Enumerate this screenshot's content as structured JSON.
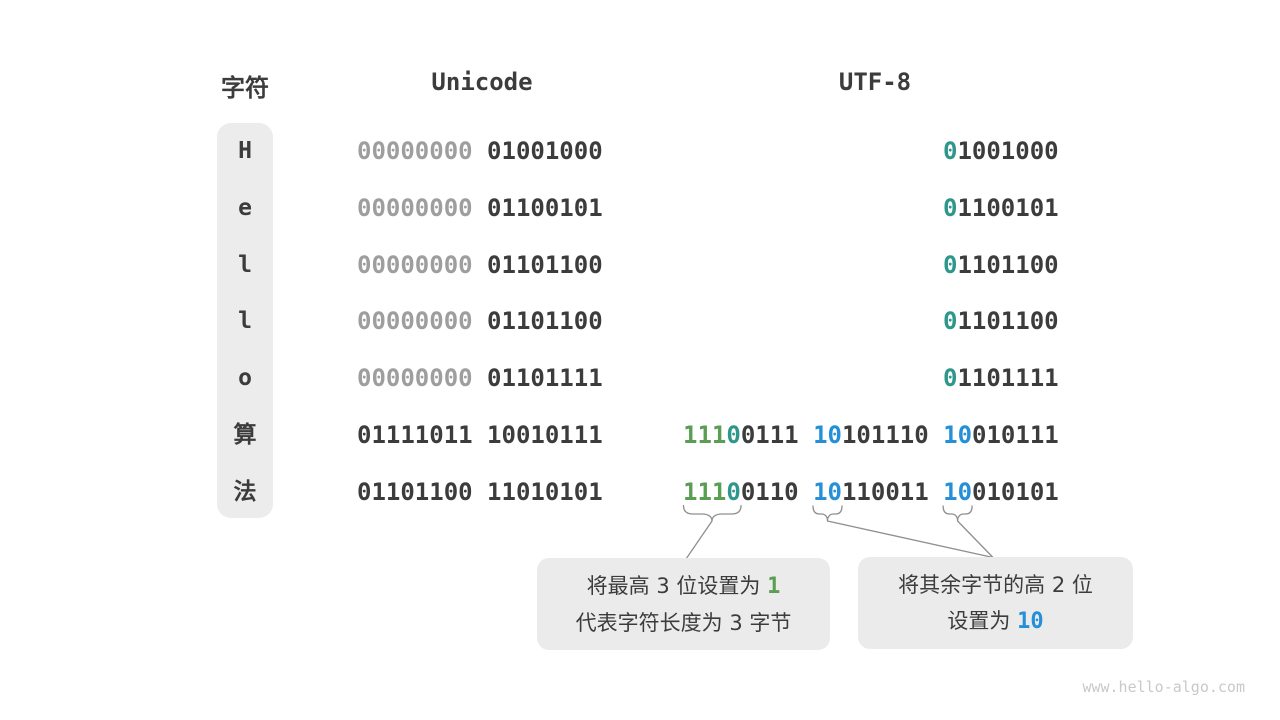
{
  "colors": {
    "dark": "#3c3c3c",
    "gray": "#9e9e9e",
    "teal": "#2e978b",
    "green": "#5a9e54",
    "blue": "#2590d8",
    "pill_bg": "#ececec",
    "box_bg": "#ebebeb",
    "connector": "#8f8f8f",
    "watermark": "#c9c9c9"
  },
  "headers": {
    "char": "字符",
    "unicode": "Unicode",
    "utf8": "UTF-8"
  },
  "rows": [
    {
      "char": "H",
      "unicode": [
        {
          "t": "00000000",
          "c": "gray"
        },
        {
          "t": "01001000",
          "c": "dark"
        }
      ],
      "utf8": [
        [
          {
            "t": "0",
            "c": "teal"
          },
          {
            "t": "1001000",
            "c": "dark"
          }
        ]
      ]
    },
    {
      "char": "e",
      "unicode": [
        {
          "t": "00000000",
          "c": "gray"
        },
        {
          "t": "01100101",
          "c": "dark"
        }
      ],
      "utf8": [
        [
          {
            "t": "0",
            "c": "teal"
          },
          {
            "t": "1100101",
            "c": "dark"
          }
        ]
      ]
    },
    {
      "char": "l",
      "unicode": [
        {
          "t": "00000000",
          "c": "gray"
        },
        {
          "t": "01101100",
          "c": "dark"
        }
      ],
      "utf8": [
        [
          {
            "t": "0",
            "c": "teal"
          },
          {
            "t": "1101100",
            "c": "dark"
          }
        ]
      ]
    },
    {
      "char": "l",
      "unicode": [
        {
          "t": "00000000",
          "c": "gray"
        },
        {
          "t": "01101100",
          "c": "dark"
        }
      ],
      "utf8": [
        [
          {
            "t": "0",
            "c": "teal"
          },
          {
            "t": "1101100",
            "c": "dark"
          }
        ]
      ]
    },
    {
      "char": "o",
      "unicode": [
        {
          "t": "00000000",
          "c": "gray"
        },
        {
          "t": "01101111",
          "c": "dark"
        }
      ],
      "utf8": [
        [
          {
            "t": "0",
            "c": "teal"
          },
          {
            "t": "1101111",
            "c": "dark"
          }
        ]
      ]
    },
    {
      "char": "算",
      "unicode": [
        {
          "t": "01111011",
          "c": "dark"
        },
        {
          "t": "10010111",
          "c": "dark"
        }
      ],
      "utf8": [
        [
          {
            "t": "111",
            "c": "green"
          },
          {
            "t": "0",
            "c": "teal"
          },
          {
            "t": "0111",
            "c": "dark"
          }
        ],
        [
          {
            "t": "10",
            "c": "blue"
          },
          {
            "t": "101110",
            "c": "dark"
          }
        ],
        [
          {
            "t": "10",
            "c": "blue"
          },
          {
            "t": "010111",
            "c": "dark"
          }
        ]
      ]
    },
    {
      "char": "法",
      "unicode": [
        {
          "t": "01101100",
          "c": "dark"
        },
        {
          "t": "11010101",
          "c": "dark"
        }
      ],
      "utf8": [
        [
          {
            "t": "111",
            "c": "green"
          },
          {
            "t": "0",
            "c": "teal"
          },
          {
            "t": "0110",
            "c": "dark"
          }
        ],
        [
          {
            "t": "10",
            "c": "blue"
          },
          {
            "t": "110011",
            "c": "dark"
          }
        ],
        [
          {
            "t": "10",
            "c": "blue"
          },
          {
            "t": "010101",
            "c": "dark"
          }
        ]
      ]
    }
  ],
  "callout_left": {
    "line1_text": "将最高 3 位设置为 ",
    "line1_highlight": "1",
    "line2_text": "代表字符长度为 3 字节"
  },
  "callout_right": {
    "line1_text": "将其余字节的高 2 位",
    "line2_text": "设置为 ",
    "line2_highlight": "10"
  },
  "watermark": "www.hello-algo.com"
}
